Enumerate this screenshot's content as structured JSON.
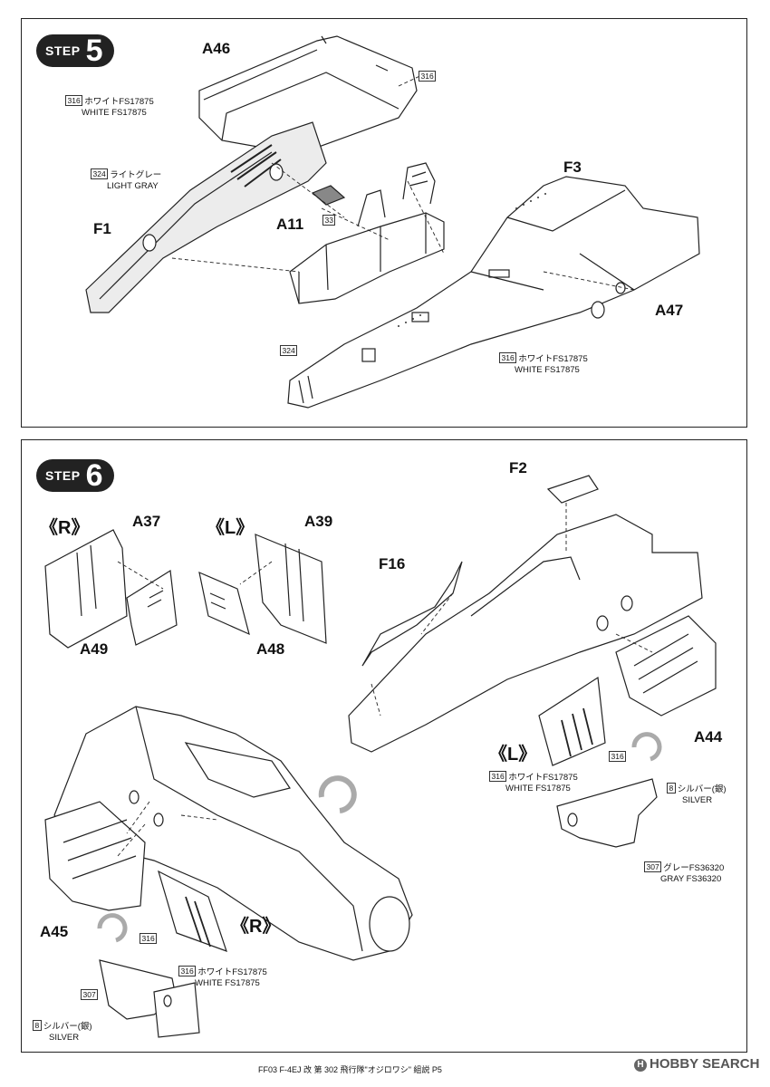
{
  "step5": {
    "word": "STEP",
    "number": "5",
    "parts": {
      "a46": "A46",
      "f3": "F3",
      "f1": "F1",
      "a11": "A11",
      "a47": "A47"
    },
    "notes": [
      {
        "code": "316",
        "jp": "ホワイトFS17875",
        "en": "WHITE FS17875"
      },
      {
        "code": "324",
        "jp": "ライトグレー",
        "en": "LIGHT GRAY"
      },
      {
        "code": "316",
        "jp": "ホワイトFS17875",
        "en": "WHITE FS17875"
      }
    ],
    "codes": {
      "top_right": "316",
      "decal": "33",
      "nose": "324"
    }
  },
  "step6": {
    "word": "STEP",
    "number": "6",
    "parts": {
      "f2": "F2",
      "f16": "F16",
      "a37": "A37",
      "a39": "A39",
      "a49": "A49",
      "a48": "A48",
      "a44": "A44",
      "a45": "A45"
    },
    "sides": {
      "r_top": "《R》",
      "l_top": "《L》",
      "l_mid": "《L》",
      "r_bottom": "《R》"
    },
    "notes": {
      "white_right": {
        "code": "316",
        "jp": "ホワイトFS17875",
        "en": "WHITE FS17875"
      },
      "silver_right": {
        "code": "8",
        "jp": "シルバー(銀)",
        "en": "SILVER"
      },
      "gray_right": {
        "code": "307",
        "jp": "グレーFS36320",
        "en": "GRAY FS36320"
      },
      "white_left": {
        "code": "316",
        "jp": "ホワイトFS17875",
        "en": "WHITE FS17875"
      },
      "silver_left": {
        "code": "8",
        "jp": "シルバー(銀)",
        "en": "SILVER"
      }
    },
    "codes": {
      "door_l": "316",
      "door_r": "316",
      "gray_left": "307"
    }
  },
  "footer": {
    "text": "FF03 F-4EJ 改 第 302 飛行隊\"オジロワシ\" 組説 P5"
  },
  "watermark": {
    "text": "HOBBY SEARCH",
    "logo": "H"
  }
}
